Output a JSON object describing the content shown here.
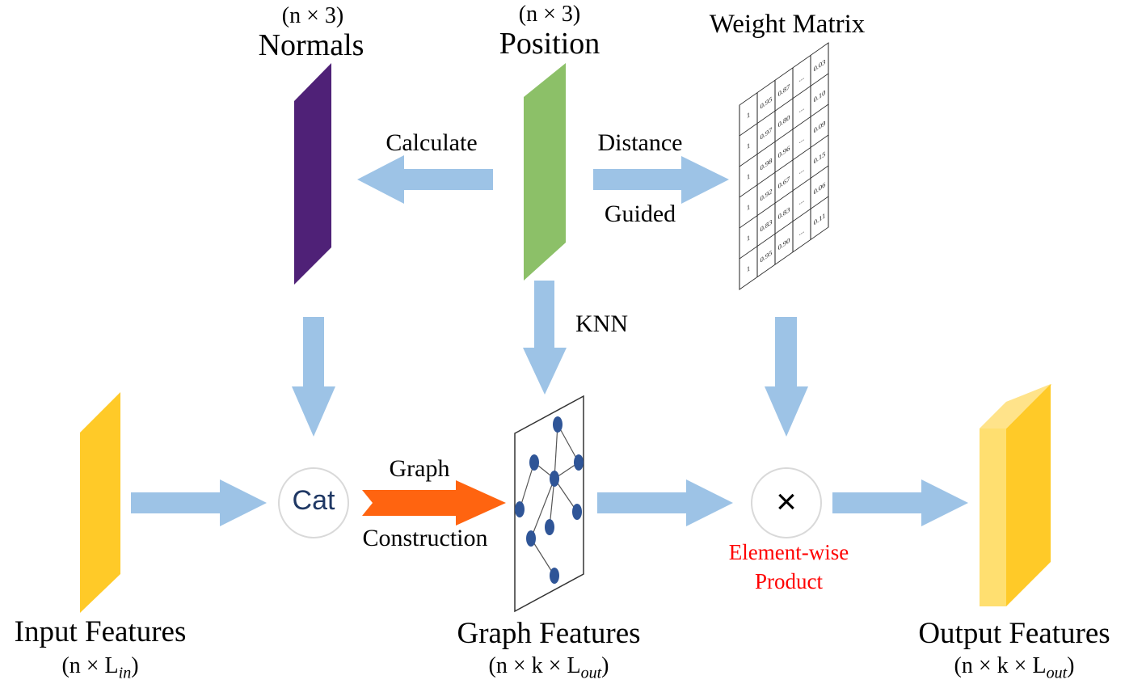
{
  "colors": {
    "arrow": "#9dc3e6",
    "normals": "#4f2177",
    "position": "#8cc068",
    "features": "#ffca28",
    "features_light": "#ffdf70",
    "graph_arrow": "#ff6410",
    "node": "#2f5597",
    "red_text": "#ff0000",
    "cat_text": "#1f3864"
  },
  "normals": {
    "dims": "(n × 3)",
    "title": "Normals"
  },
  "position": {
    "dims": "(n × 3)",
    "title": "Position"
  },
  "weight": {
    "title": "Weight Matrix",
    "rows": [
      [
        "1",
        "0.95",
        "0.87",
        "...",
        "0.03"
      ],
      [
        "1",
        "0.97",
        "0.80",
        "...",
        "0.10"
      ],
      [
        "1",
        "0.98",
        "0.96",
        "...",
        "0.09"
      ],
      [
        "1",
        "0.92",
        "0.67",
        "...",
        "0.15"
      ],
      [
        "1",
        "0.83",
        "0.83",
        "...",
        "0.06"
      ],
      [
        "1",
        "0.95",
        "0.90",
        "...",
        "0.11"
      ]
    ]
  },
  "edges": {
    "calculate": "Calculate",
    "distance": "Distance",
    "guided": "Guided",
    "knn": "KNN",
    "graph": "Graph",
    "construction": "Construction"
  },
  "ops": {
    "cat": "Cat",
    "multiply": "×",
    "product_line1": "Element-wise",
    "product_line2": "Product"
  },
  "input": {
    "title": "Input Features",
    "dims_prefix": "(n × L",
    "dims_sub": "in",
    "dims_suffix": ")"
  },
  "graph_features": {
    "title": "Graph Features",
    "dims_prefix": "(n × k × L",
    "dims_sub": "out",
    "dims_suffix": ")"
  },
  "output": {
    "title": "Output Features",
    "dims_prefix": "(n × k × L",
    "dims_sub": "out",
    "dims_suffix": ")"
  }
}
